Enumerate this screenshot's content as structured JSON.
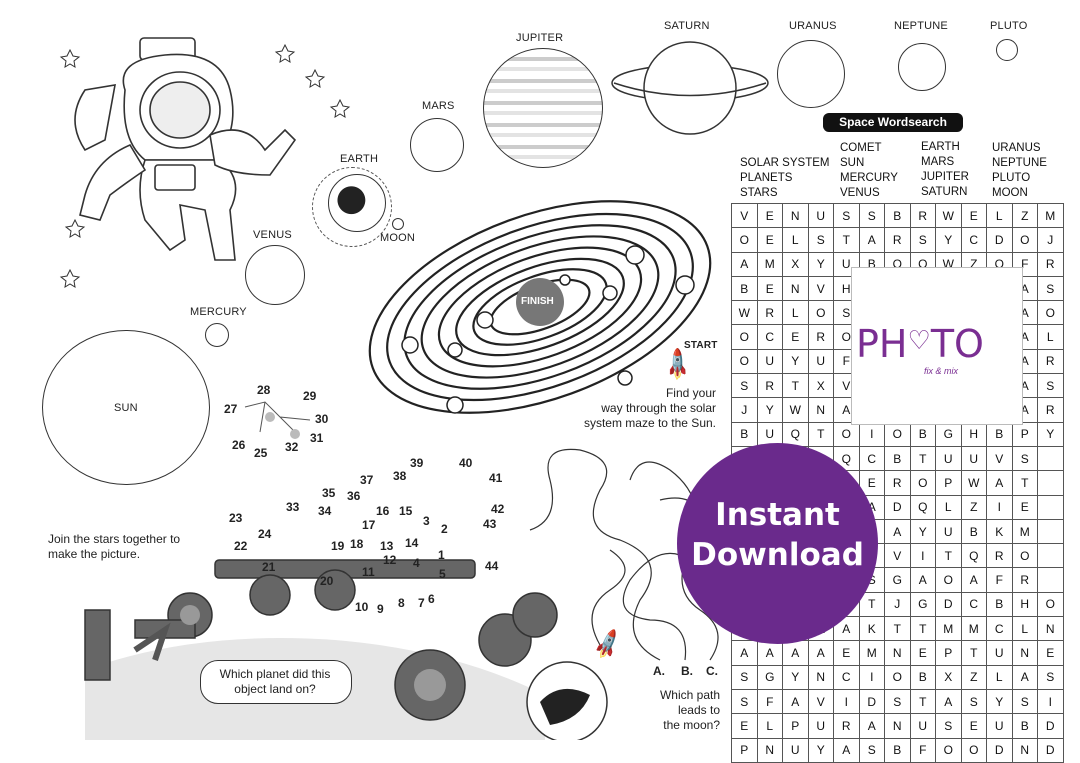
{
  "planets": {
    "sun": "SUN",
    "mercury": "MERCURY",
    "venus": "VENUS",
    "earth": "EARTH",
    "moon": "MOON",
    "mars": "MARS",
    "jupiter": "JUPITER",
    "saturn": "SATURN",
    "uranus": "URANUS",
    "neptune": "NEPTUNE",
    "pluto": "PLUTO"
  },
  "maze": {
    "finish": "FINISH",
    "start": "START",
    "instructions": [
      "Find your",
      "way through the solar",
      "system maze to the Sun."
    ]
  },
  "dot_to_dot": {
    "instructions": [
      "Join the stars together to",
      "make the picture."
    ],
    "question": [
      "Which planet did this",
      "object land on?"
    ],
    "numbers": [
      "1",
      "2",
      "3",
      "4",
      "5",
      "6",
      "7",
      "8",
      "9",
      "10",
      "11",
      "12",
      "13",
      "14",
      "15",
      "16",
      "17",
      "18",
      "19",
      "20",
      "21",
      "22",
      "23",
      "24",
      "25",
      "26",
      "27",
      "28",
      "29",
      "30",
      "31",
      "32",
      "33",
      "34",
      "35",
      "36",
      "37",
      "38",
      "39",
      "40",
      "41",
      "42",
      "43",
      "44"
    ]
  },
  "path_puzzle": {
    "options": [
      "A.",
      "B.",
      "C."
    ],
    "question": [
      "Which path",
      "leads to",
      "the moon?"
    ]
  },
  "wordsearch": {
    "title": "Space Wordsearch",
    "columns": [
      [
        "SOLAR SYSTEM",
        "PLANETS",
        "STARS"
      ],
      [
        "COMET",
        "SUN",
        "MERCURY",
        "VENUS"
      ],
      [
        "EARTH",
        "MARS",
        "JUPITER",
        "SATURN"
      ],
      [
        "URANUS",
        "NEPTUNE",
        "PLUTO",
        "MOON"
      ]
    ],
    "grid": [
      "VENUSSBRWELZM",
      "OELSTARSYCDOJ",
      "AMXYUBOOWZOFR",
      "BENVHAAAAAAAS",
      "WRLOSAAAAAAAO",
      "OCEROAAAAAAAL",
      "OUYUFAAAAAAAR",
      "SRTXVAAAAAAAS",
      "JYWNAAAAAAAAR",
      "BUQTOIOBGHBPY",
      "AAAAQCBTUUVS",
      "AAAASEROPWAT",
      "AAAAEADQLZIE",
      "AAAAADAYUBKM",
      "AAAAARVITQRO",
      "AAAAASGAOAFR",
      "AAAAATJGDCBHO",
      "AAAAAKTTMMCLN",
      "AAAAEMNEPTUNE",
      "SGYNCIOBXZLAS",
      "SFAVIDSTASYSI",
      "ELPURANUSEUBD",
      "PNUYASBFOODND"
    ]
  },
  "watermark": {
    "logo_text_left": "PH",
    "logo_text_right": "TO",
    "logo_sub": "fix & mix",
    "badge_line1": "Instant",
    "badge_line2": "Download"
  },
  "colors": {
    "badge": "#6a2a8c",
    "logo": "#7a2e92",
    "ink": "#333333"
  }
}
